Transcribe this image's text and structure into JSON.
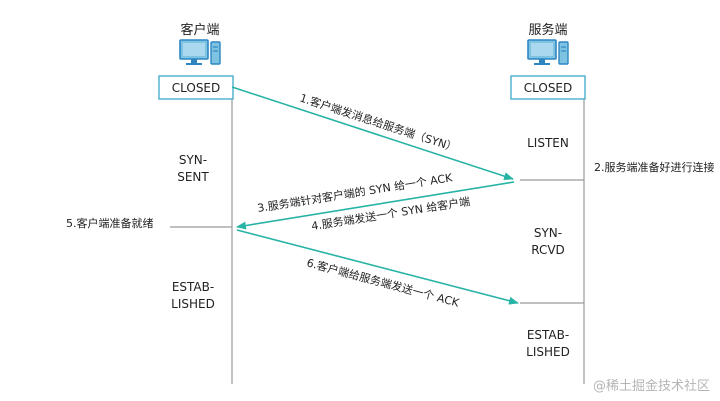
{
  "client": {
    "title": "客户端",
    "initial_state": "CLOSED"
  },
  "server": {
    "title": "服务端",
    "initial_state": "CLOSED"
  },
  "client_states": {
    "syn_sent": [
      "SYN-",
      "SENT"
    ],
    "established": [
      "ESTAB-",
      "LISHED"
    ]
  },
  "server_states": {
    "listen": "LISTEN",
    "syn_rcvd": [
      "SYN-",
      "RCVD"
    ],
    "established": [
      "ESTAB-",
      "LISHED"
    ]
  },
  "messages": {
    "m1": "1.客户端发消息给服务端（SYN）",
    "m3": "3.服务端针对客户端的 SYN 给一个 ACK",
    "m4": "4.服务端发送一个 SYN 给客户端",
    "m6": "6.客户端给服务端发送一个 ACK"
  },
  "notes": {
    "server_ready": "2.服务端准备好进行连接",
    "client_ready": "5.客户端准备就绪"
  },
  "watermark": "@稀土掘金技术社区",
  "colors": {
    "accent": "#27b3a5",
    "box_border": "#3aa9c9",
    "icon_fill": "#7fc3e3",
    "icon_stroke": "#2d86c1",
    "timeline": "#9a9a9a"
  }
}
